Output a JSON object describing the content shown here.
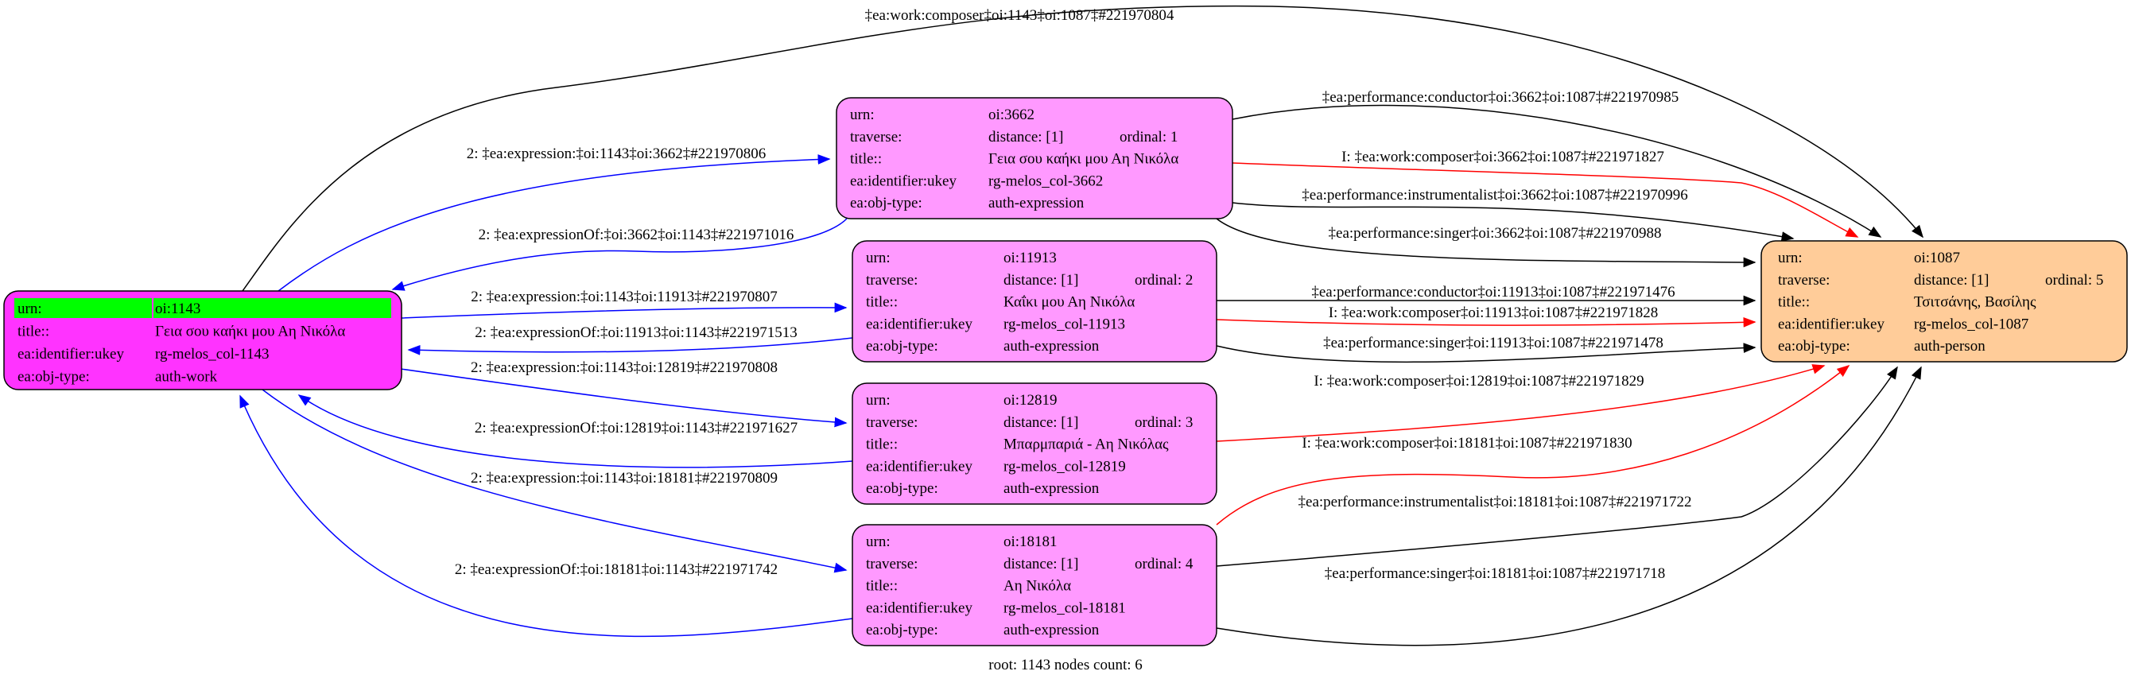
{
  "diagram": {
    "footer": "root: 1143 nodes count: 6",
    "nodes": [
      {
        "id": "oi:1143",
        "fill": "#ff33ff",
        "highlight": "#00ff00",
        "rows": [
          {
            "label": "urn:",
            "value": "oi:1143"
          },
          {
            "label": "title::",
            "value": "Γεια σου καήκι μου Αη Νικόλα"
          },
          {
            "label": "ea:identifier:ukey",
            "value": "rg-melos_col-1143"
          },
          {
            "label": "ea:obj-type:",
            "value": "auth-work"
          }
        ]
      },
      {
        "id": "oi:3662",
        "fill": "#ff99ff",
        "rows": [
          {
            "label": "urn:",
            "value": "oi:3662"
          },
          {
            "label": "traverse:",
            "value": "distance: [1]",
            "extra": "ordinal: 1"
          },
          {
            "label": "title::",
            "value": "Γεια σου καήκι μου Αη Νικόλα"
          },
          {
            "label": "ea:identifier:ukey",
            "value": "rg-melos_col-3662"
          },
          {
            "label": "ea:obj-type:",
            "value": "auth-expression"
          }
        ]
      },
      {
        "id": "oi:11913",
        "fill": "#ff99ff",
        "rows": [
          {
            "label": "urn:",
            "value": "oi:11913"
          },
          {
            "label": "traverse:",
            "value": "distance: [1]",
            "extra": "ordinal: 2"
          },
          {
            "label": "title::",
            "value": "Καΐκι μου Αη Νικόλα"
          },
          {
            "label": "ea:identifier:ukey",
            "value": "rg-melos_col-11913"
          },
          {
            "label": "ea:obj-type:",
            "value": "auth-expression"
          }
        ]
      },
      {
        "id": "oi:12819",
        "fill": "#ff99ff",
        "rows": [
          {
            "label": "urn:",
            "value": "oi:12819"
          },
          {
            "label": "traverse:",
            "value": "distance: [1]",
            "extra": "ordinal: 3"
          },
          {
            "label": "title::",
            "value": "Μπαρμπαριά - Αη Νικόλας"
          },
          {
            "label": "ea:identifier:ukey",
            "value": "rg-melos_col-12819"
          },
          {
            "label": "ea:obj-type:",
            "value": "auth-expression"
          }
        ]
      },
      {
        "id": "oi:18181",
        "fill": "#ff99ff",
        "rows": [
          {
            "label": "urn:",
            "value": "oi:18181"
          },
          {
            "label": "traverse:",
            "value": "distance: [1]",
            "extra": "ordinal: 4"
          },
          {
            "label": "title::",
            "value": "Αη Νικόλα"
          },
          {
            "label": "ea:identifier:ukey",
            "value": "rg-melos_col-18181"
          },
          {
            "label": "ea:obj-type:",
            "value": "auth-expression"
          }
        ]
      },
      {
        "id": "oi:1087",
        "fill": "#ffcc99",
        "rows": [
          {
            "label": "urn:",
            "value": "oi:1087"
          },
          {
            "label": "traverse:",
            "value": "distance: [1]",
            "extra": "ordinal: 5"
          },
          {
            "label": "title::",
            "value": "Τσιτσάνης, Βασίλης"
          },
          {
            "label": "ea:identifier:ukey",
            "value": "rg-melos_col-1087"
          },
          {
            "label": "ea:obj-type:",
            "value": "auth-person"
          }
        ]
      }
    ],
    "edges": [
      {
        "from": "oi:1143",
        "to": "oi:1087",
        "color": "#000000",
        "label": "‡ea:work:composer‡oi:1143‡oi:1087‡#221970804"
      },
      {
        "from": "oi:1143",
        "to": "oi:3662",
        "color": "#0000ff",
        "label": "2: ‡ea:expression:‡oi:1143‡oi:3662‡#221970806"
      },
      {
        "from": "oi:3662",
        "to": "oi:1143",
        "color": "#0000ff",
        "label": "2: ‡ea:expressionOf:‡oi:3662‡oi:1143‡#221971016"
      },
      {
        "from": "oi:1143",
        "to": "oi:11913",
        "color": "#0000ff",
        "label": "2: ‡ea:expression:‡oi:1143‡oi:11913‡#221970807"
      },
      {
        "from": "oi:11913",
        "to": "oi:1143",
        "color": "#0000ff",
        "label": "2: ‡ea:expressionOf:‡oi:11913‡oi:1143‡#221971513"
      },
      {
        "from": "oi:1143",
        "to": "oi:12819",
        "color": "#0000ff",
        "label": "2: ‡ea:expression:‡oi:1143‡oi:12819‡#221970808"
      },
      {
        "from": "oi:12819",
        "to": "oi:1143",
        "color": "#0000ff",
        "label": "2: ‡ea:expressionOf:‡oi:12819‡oi:1143‡#221971627"
      },
      {
        "from": "oi:1143",
        "to": "oi:18181",
        "color": "#0000ff",
        "label": "2: ‡ea:expression:‡oi:1143‡oi:18181‡#221970809"
      },
      {
        "from": "oi:18181",
        "to": "oi:1143",
        "color": "#0000ff",
        "label": "2: ‡ea:expressionOf:‡oi:18181‡oi:1143‡#221971742"
      },
      {
        "from": "oi:3662",
        "to": "oi:1087",
        "color": "#000000",
        "label": "‡ea:performance:conductor‡oi:3662‡oi:1087‡#221970985"
      },
      {
        "from": "oi:3662",
        "to": "oi:1087",
        "color": "#ff0000",
        "label": "I: ‡ea:work:composer‡oi:3662‡oi:1087‡#221971827"
      },
      {
        "from": "oi:3662",
        "to": "oi:1087",
        "color": "#000000",
        "label": "‡ea:performance:instrumentalist‡oi:3662‡oi:1087‡#221970996"
      },
      {
        "from": "oi:3662",
        "to": "oi:1087",
        "color": "#000000",
        "label": "‡ea:performance:singer‡oi:3662‡oi:1087‡#221970988"
      },
      {
        "from": "oi:11913",
        "to": "oi:1087",
        "color": "#000000",
        "label": "‡ea:performance:conductor‡oi:11913‡oi:1087‡#221971476"
      },
      {
        "from": "oi:11913",
        "to": "oi:1087",
        "color": "#ff0000",
        "label": "I: ‡ea:work:composer‡oi:11913‡oi:1087‡#221971828"
      },
      {
        "from": "oi:11913",
        "to": "oi:1087",
        "color": "#000000",
        "label": "‡ea:performance:singer‡oi:11913‡oi:1087‡#221971478"
      },
      {
        "from": "oi:12819",
        "to": "oi:1087",
        "color": "#ff0000",
        "label": "I: ‡ea:work:composer‡oi:12819‡oi:1087‡#221971829"
      },
      {
        "from": "oi:18181",
        "to": "oi:1087",
        "color": "#ff0000",
        "label": "I: ‡ea:work:composer‡oi:18181‡oi:1087‡#221971830"
      },
      {
        "from": "oi:18181",
        "to": "oi:1087",
        "color": "#000000",
        "label": "‡ea:performance:instrumentalist‡oi:18181‡oi:1087‡#221971722"
      },
      {
        "from": "oi:18181",
        "to": "oi:1087",
        "color": "#000000",
        "label": "‡ea:performance:singer‡oi:18181‡oi:1087‡#221971718"
      }
    ]
  }
}
